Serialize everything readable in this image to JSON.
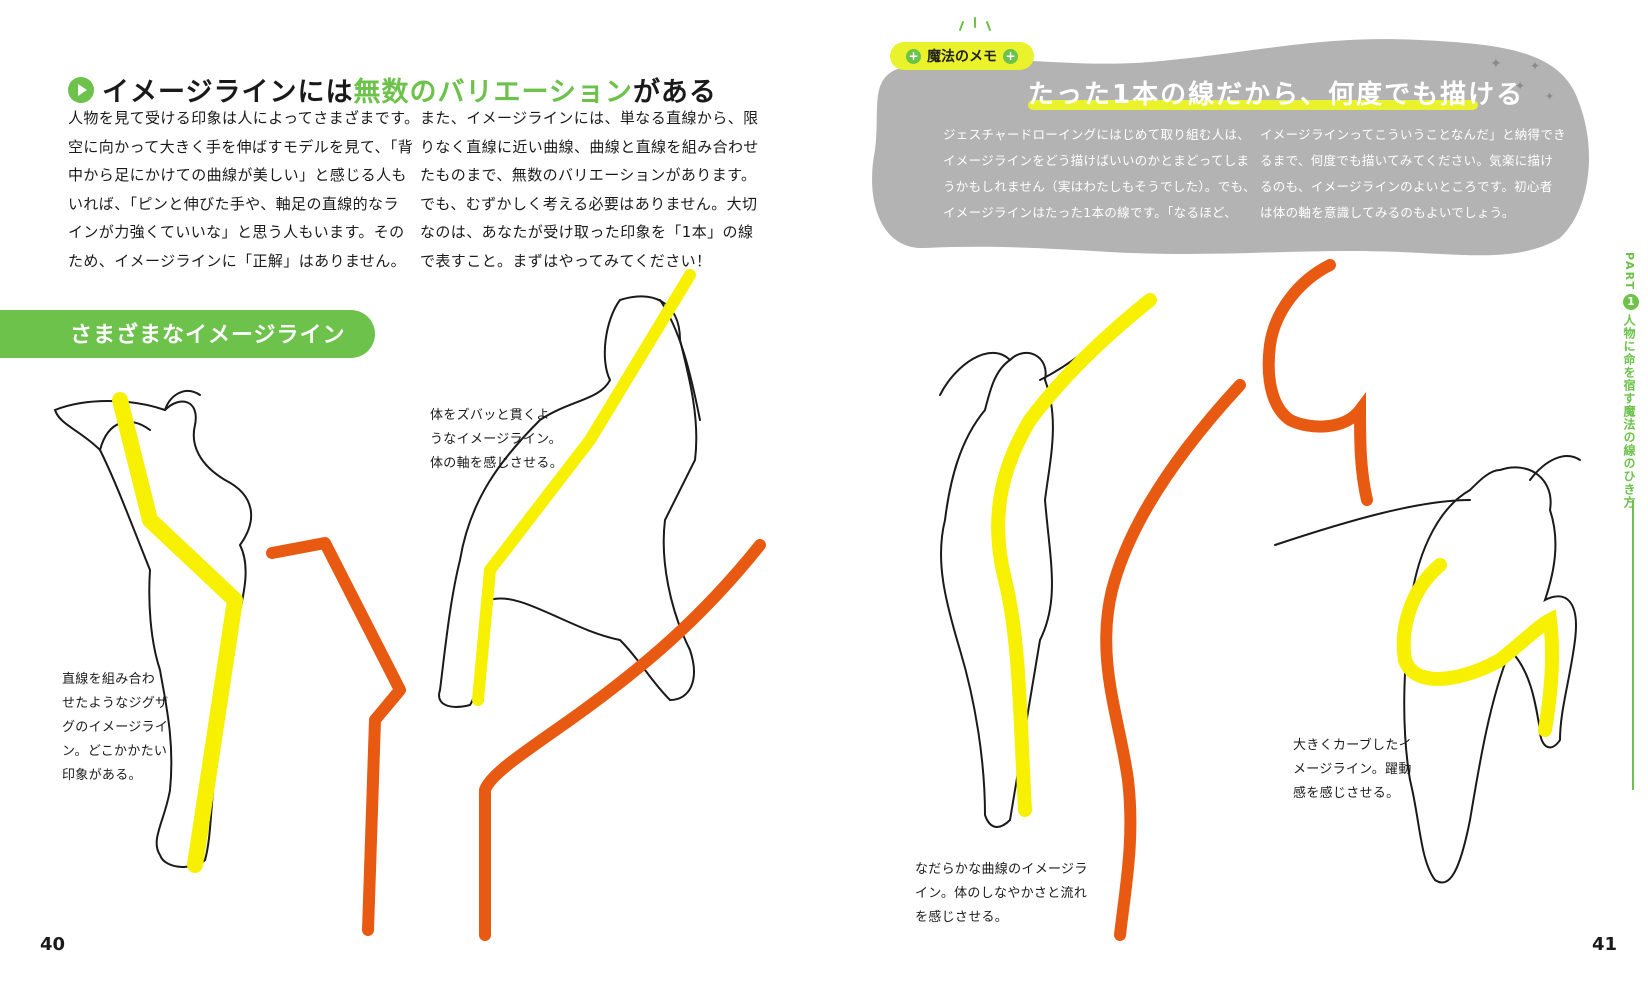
{
  "left_page": {
    "heading_part1": "イメージラインには",
    "heading_green": "無数のバリエーション",
    "heading_part2": "がある",
    "col1": "人物を見て受ける印象は人によってさまざまです。\n空に向かって大きく手を伸ばすモデルを見て、「背\n中から足にかけての曲線が美しい」と感じる人も\nいれば、「ピンと伸びた手や、軸足の直線的なラ\nインが力強くていいな」と思う人もいます。その\nため、イメージラインに「正解」はありません。",
    "col2": "また、イメージラインには、単なる直線から、限\nりなく直線に近い曲線、曲線と直線を組み合わせ\nたものまで、無数のバリエーションがあります。\nでも、むずかしく考える必要はありません。大切\nなのは、あなたが受け取った印象を「1本」の線\nで表すこと。まずはやってみてください！",
    "section_title": "さまざまなイメージライン",
    "caption_zigzag": "直線を組み合わ\nせたようなジグザ\nグのイメージライ\nン。どこかかたい\n印象がある。",
    "caption_pierce": "体をズバッと貫くよ\nうなイメージライン。\n体の軸を感じさせる。",
    "page_number": "40"
  },
  "right_page": {
    "memo_tag": "魔法のメモ",
    "memo_title": "たった1本の線だから、何度でも描ける",
    "memo_col1": "ジェスチャードローイングにはじめて取り組む人は、\nイメージラインをどう描けばいいのかとまどってしま\nうかもしれません（実はわたしもそうでした）。でも、\nイメージラインはたった1本の線です。「なるほど、",
    "memo_col2": "イメージラインってこういうことなんだ」と納得でき\nるまで、何度でも描いてみてください。気楽に描け\nるのも、イメージラインのよいところです。初心者\nは体の軸を意識してみるのもよいでしょう。",
    "caption_smooth": "なだらかな曲線のイメージラ\nイン。体のしなやかさと流れ\nを感じさせる。",
    "caption_curve": "大きくカーブしたイ\nメージライン。躍動\n感を感じさせる。",
    "side_part": "PART",
    "side_num": "1",
    "side_title": "人物に命を宿す魔法の線のひき方",
    "page_number": "41"
  },
  "colors": {
    "green": "#6cc24a",
    "yellow": "#f7f000",
    "orange": "#e85a12",
    "gray_blob": "#b3b3b3"
  }
}
